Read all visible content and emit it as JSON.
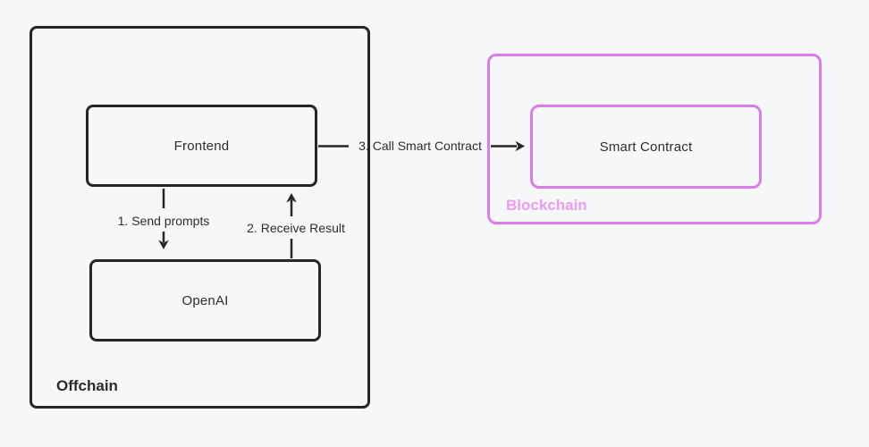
{
  "diagram": {
    "background_color": "#f6f7f9",
    "stroke_color": "#262626",
    "accent_color": "#d97ee8",
    "accent_label_color": "#ec9df2",
    "groups": {
      "offchain": {
        "label": "Offchain"
      },
      "blockchain": {
        "label": "Blockchain"
      }
    },
    "nodes": {
      "frontend": {
        "label": "Frontend"
      },
      "openai": {
        "label": "OpenAI"
      },
      "smart_contract": {
        "label": "Smart Contract"
      }
    },
    "edges": {
      "send_prompts": {
        "label": "1. Send prompts",
        "from": "Frontend",
        "to": "OpenAI",
        "direction": "down"
      },
      "receive_result": {
        "label": "2. Receive Result",
        "from": "OpenAI",
        "to": "Frontend",
        "direction": "up"
      },
      "call_smart_contract": {
        "label": "3. Call Smart Contract",
        "from": "Frontend",
        "to": "Smart Contract",
        "direction": "right"
      }
    }
  }
}
